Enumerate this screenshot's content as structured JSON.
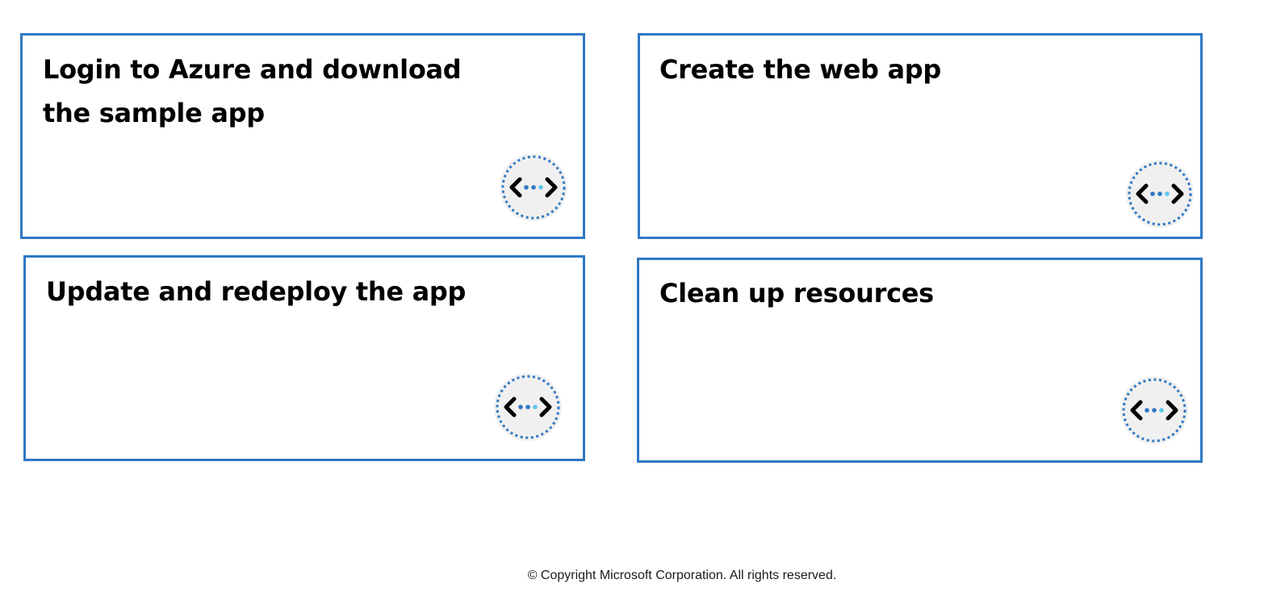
{
  "cards": [
    {
      "title": "Login to Azure and download\nthe sample app",
      "icon": "code-icon"
    },
    {
      "title": "Create the web app",
      "icon": "code-icon"
    },
    {
      "title": "Update and redeploy the app",
      "icon": "code-icon"
    },
    {
      "title": "Clean up resources",
      "icon": "code-icon"
    }
  ],
  "footer": {
    "copyright": "© Copyright Microsoft Corporation. All rights reserved."
  },
  "colors": {
    "card_border": "#2f77c4",
    "icon_ring": "#2f77c4",
    "icon_fill": "#f0f0f0",
    "icon_dot_dark": "#2f77c4",
    "icon_dot_light": "#5cc8ee"
  }
}
